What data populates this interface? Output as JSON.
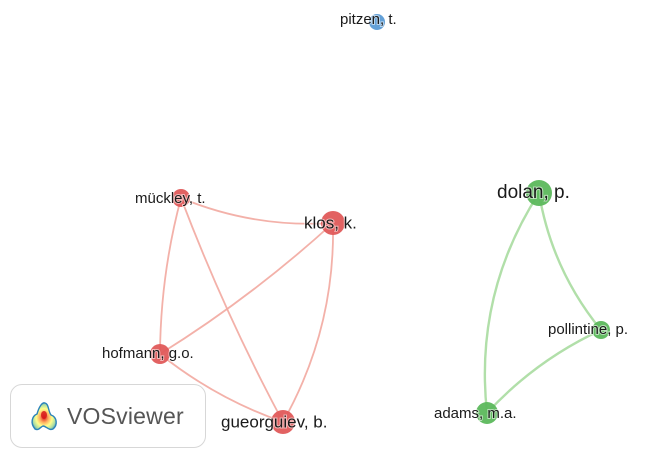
{
  "network": {
    "nodes": [
      {
        "id": "pitzen",
        "label": "pitzen, t.",
        "cluster": "blue"
      },
      {
        "id": "muckley",
        "label": "mückley, t.",
        "cluster": "red"
      },
      {
        "id": "klos",
        "label": "klos, k.",
        "cluster": "red"
      },
      {
        "id": "hofmann",
        "label": "hofmann, g.o.",
        "cluster": "red"
      },
      {
        "id": "gueorguiev",
        "label": "gueorguiev, b.",
        "cluster": "red"
      },
      {
        "id": "dolan",
        "label": "dolan, p.",
        "cluster": "green"
      },
      {
        "id": "pollintine",
        "label": "pollintine, p.",
        "cluster": "green"
      },
      {
        "id": "adams",
        "label": "adams, m.a.",
        "cluster": "green"
      }
    ],
    "edges": [
      {
        "from": "muckley",
        "to": "klos"
      },
      {
        "from": "muckley",
        "to": "hofmann"
      },
      {
        "from": "muckley",
        "to": "gueorguiev"
      },
      {
        "from": "klos",
        "to": "hofmann"
      },
      {
        "from": "klos",
        "to": "gueorguiev"
      },
      {
        "from": "hofmann",
        "to": "gueorguiev"
      },
      {
        "from": "dolan",
        "to": "pollintine"
      },
      {
        "from": "dolan",
        "to": "adams"
      },
      {
        "from": "pollintine",
        "to": "adams"
      }
    ],
    "cluster_colors": {
      "blue": "#5b9bd5",
      "red": "#e05a5a",
      "green": "#5cb85c"
    },
    "edge_colors": {
      "red": "#f2a9a0",
      "green": "#a9dba0"
    }
  },
  "logo": {
    "text": "VOSviewer",
    "icon": "vosviewer-logo-icon"
  }
}
